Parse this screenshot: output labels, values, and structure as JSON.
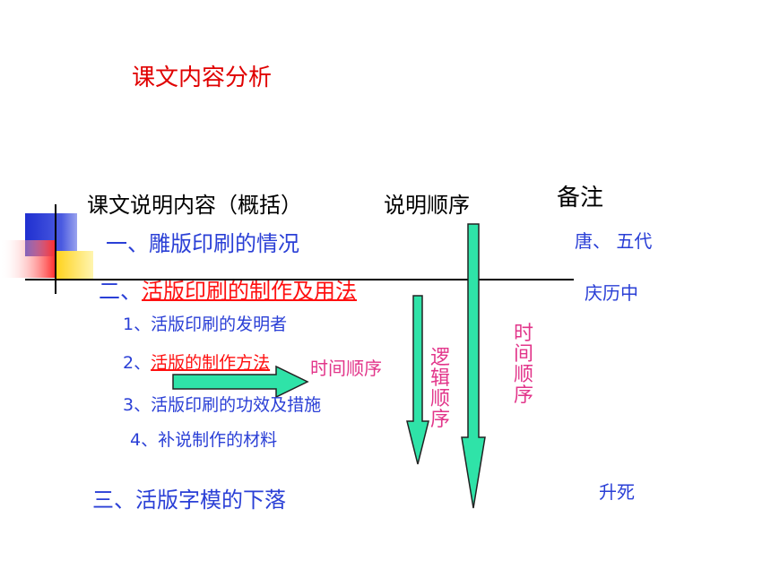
{
  "title": "课文内容分析",
  "headers": {
    "content": "课文说明内容（概括）",
    "order": "说明顺序",
    "note": "备注"
  },
  "sections": {
    "s1": "一、雕版印刷的情况",
    "s2_prefix": "二、",
    "s2_link": "活版印刷的制作及用法",
    "sub1": "1、活版印刷的发明者",
    "sub2_prefix": "2、",
    "sub2_link": "活版的制作方法",
    "sub3": "3、活版印刷的功效及措施",
    "sub4": "4、补说制作的材料",
    "s3": "三、活版字模的下落"
  },
  "orders": {
    "inner_time": "时间顺序",
    "logic": "逻辑顺序",
    "time_vertical": "时间顺序"
  },
  "notes": {
    "n1": "唐、 五代",
    "n2": "庆历中",
    "n3": "升死"
  },
  "colors": {
    "title_red": "#e00000",
    "section_blue": "#2a3fd6",
    "highlight_red": "#ff1010",
    "order_pink": "#e2358a",
    "arrow_green": "#2fe3a8"
  },
  "icons": {
    "decoration": "slide-corner-squares",
    "arrows": "green-block-arrows"
  }
}
